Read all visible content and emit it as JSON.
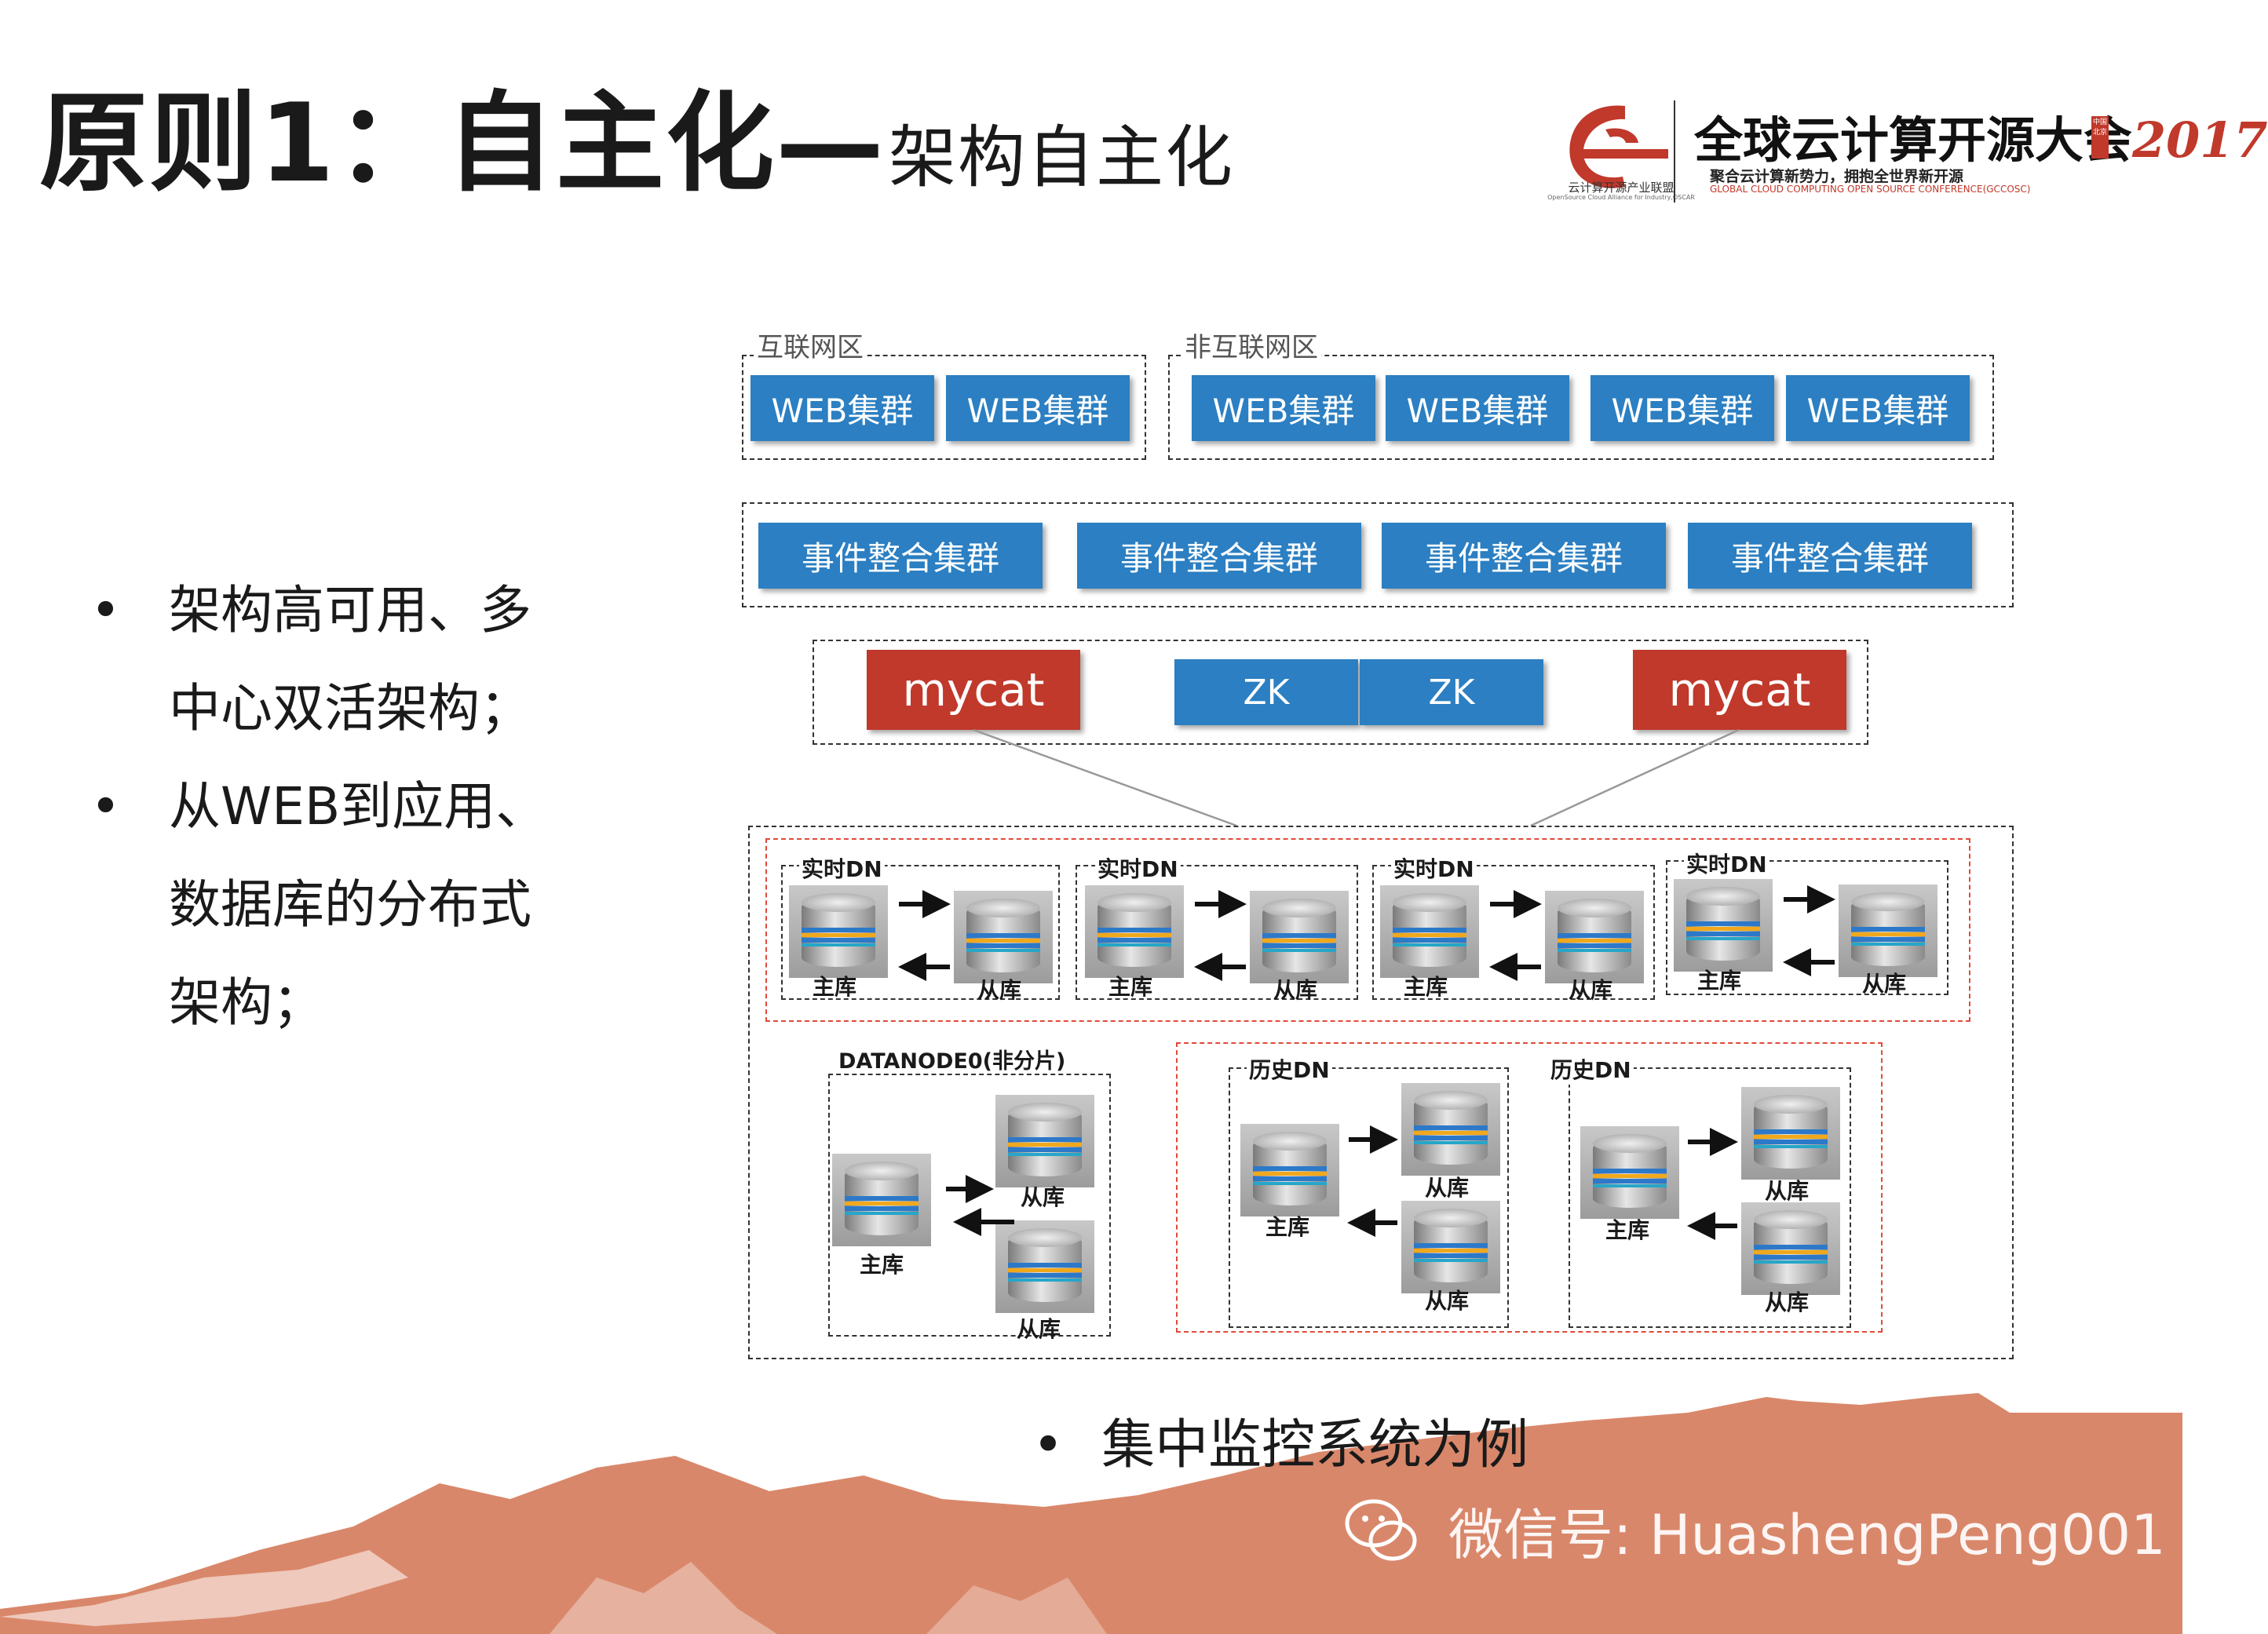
{
  "title": {
    "main": "原则1：自主化—",
    "sub": "架构自主化"
  },
  "logos": {
    "left_caption": "云计算开源产业联盟",
    "left_caption_en": "OpenSource Cloud Alliance for Industry,OSCAR",
    "right_title": "全球云计算开源大会",
    "right_year": "2017",
    "right_subtitle": "聚合云计算新势力，拥抱全世界新开源",
    "right_en": "GLOBAL CLOUD COMPUTING OPEN SOURCE CONFERENCE(GCCOSC)",
    "stamp": "中国 北京"
  },
  "bullets": [
    {
      "dot": "•",
      "text": "架构高可用、多中心双活架构；"
    },
    {
      "dot": "•",
      "text": "从WEB到应用、数据库的分布式架构；"
    }
  ],
  "diagram": {
    "zone_internet": "互联网区",
    "zone_non_internet": "非互联网区",
    "web_cluster": "WEB集群",
    "event_cluster": "事件整合集群",
    "mycat": "mycat",
    "zk": "ZK",
    "realtime_dn": "实时DN",
    "history_dn": "历史DN",
    "datanode0": "DATANODE0(非分片)",
    "master": "主库",
    "slave": "从库"
  },
  "bottom_bullet": {
    "dot": "•",
    "text": "集中监控系统为例"
  },
  "watermark": "微信号: HuashengPeng001",
  "colors": {
    "blue_box": "#2b7fc2",
    "red_box": "#c0392b",
    "mountain": "#d9876a",
    "red_dash": "#e04a3a"
  }
}
